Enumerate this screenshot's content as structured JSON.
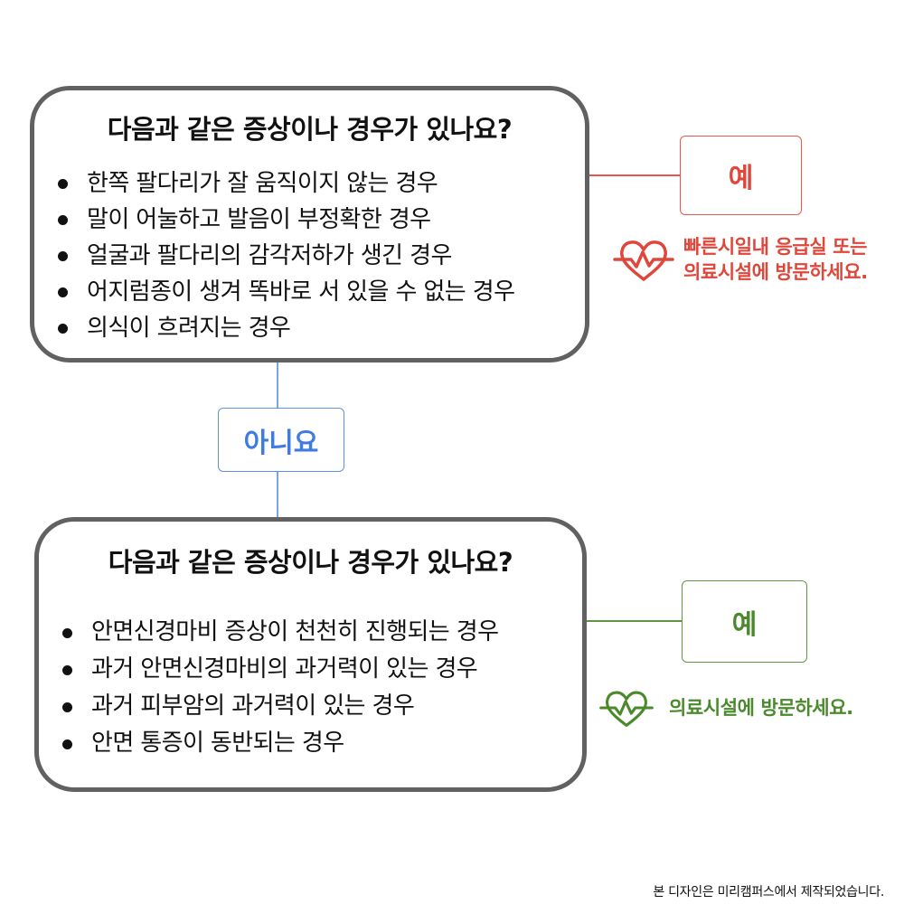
{
  "question1": {
    "title": "다음과 같은 증상이나 경우가 있나요?",
    "items": [
      "한쪽 팔다리가 잘 움직이지 않는 경우",
      "말이 어눌하고 발음이 부정확한 경우",
      "얼굴과 팔다리의 감각저하가 생긴 경우",
      "어지럼종이 생겨 똑바로 서 있을 수 없는 경우",
      "의식이 흐려지는 경우"
    ],
    "yes_label": "예",
    "no_label": "아니요",
    "advice_line1": "빠른시일내 응급실 또는",
    "advice_line2": "의료시설에 방문하세요.",
    "icon": "heart-pulse-icon",
    "yes_color": "#e0463a",
    "no_color": "#3f7be0"
  },
  "question2": {
    "title": "다음과 같은 증상이나 경우가 있나요?",
    "items": [
      "안면신경마비 증상이 천천히 진행되는 경우",
      "과거 안면신경마비의 과거력이 있는 경우",
      "과거 피부암의 과거력이 있는 경우",
      "안면 통증이 동반되는 경우"
    ],
    "yes_label": "예",
    "advice": "의료시설에 방문하세요.",
    "icon": "heart-pulse-icon",
    "yes_color": "#4a8a2c"
  },
  "footer": {
    "credit": "본 디자인은 미리캠퍼스에서 제작되었습니다."
  }
}
